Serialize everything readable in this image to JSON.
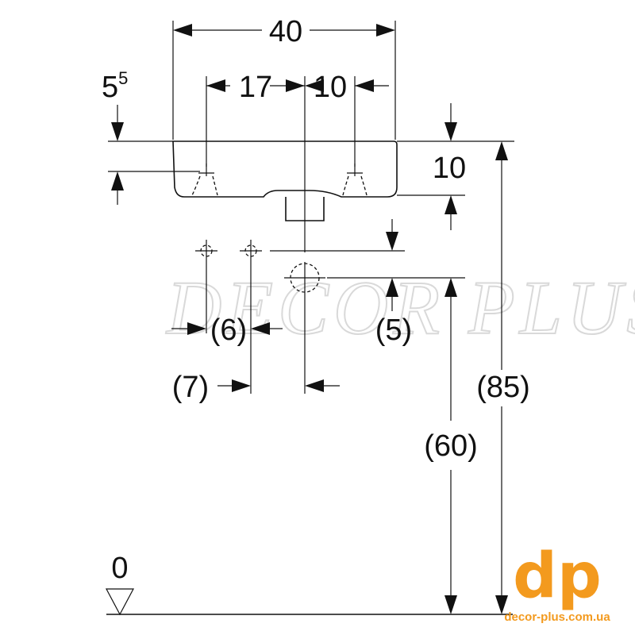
{
  "dimensions": {
    "total_width": "40",
    "left_offset": "17",
    "right_offset": "10",
    "top_offset_main": "5",
    "top_offset_sup": "5",
    "rim_height": "10",
    "valve_spacing": "(6)",
    "valve_offset": "(7)",
    "drain_offset": "(5)",
    "drain_height": "(60)",
    "rim_total_height": "(85)",
    "floor_level": "0"
  },
  "watermark": "DECOR PLUS",
  "logo": {
    "mark": "dp",
    "url": "decor-plus.com.ua",
    "color": "#f39a1e"
  }
}
